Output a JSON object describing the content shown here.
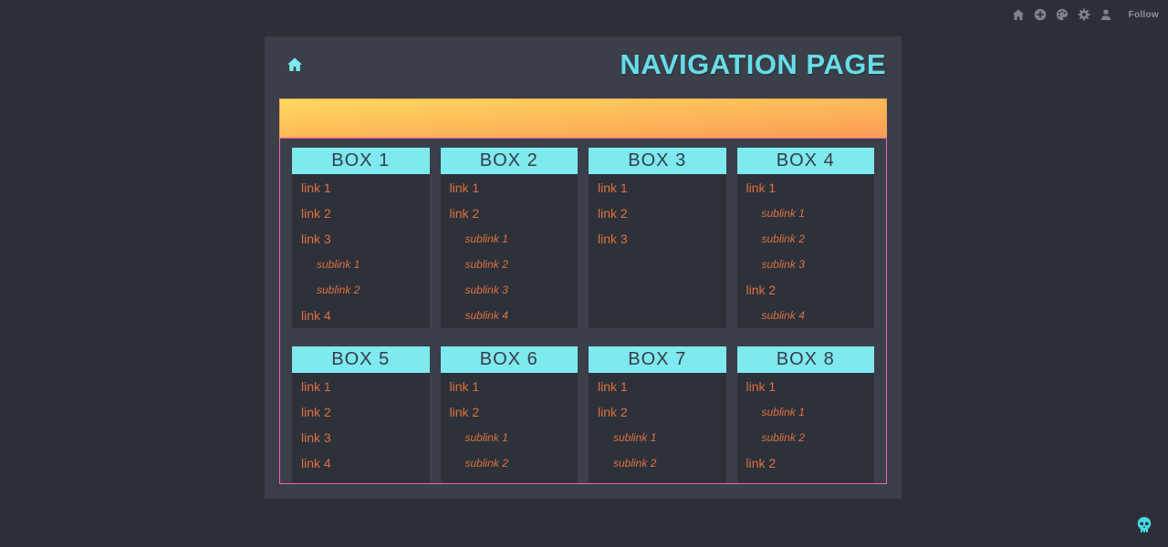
{
  "top_bar": {
    "icons": [
      "home-icon",
      "add-circle-icon",
      "palette-icon",
      "gear-icon",
      "profile-icon"
    ],
    "follow_label": "Follow"
  },
  "page": {
    "title": "NAVIGATION PAGE",
    "header_icon": "home-icon",
    "boxes": [
      {
        "title": "BOX 1",
        "links": [
          {
            "label": "link 1",
            "type": "link"
          },
          {
            "label": "link 2",
            "type": "link"
          },
          {
            "label": "link 3",
            "type": "link"
          },
          {
            "label": "sublink 1",
            "type": "sublink"
          },
          {
            "label": "sublink 2",
            "type": "sublink"
          },
          {
            "label": "link 4",
            "type": "link"
          }
        ]
      },
      {
        "title": "BOX 2",
        "links": [
          {
            "label": "link 1",
            "type": "link"
          },
          {
            "label": "link 2",
            "type": "link"
          },
          {
            "label": "sublink 1",
            "type": "sublink"
          },
          {
            "label": "sublink 2",
            "type": "sublink"
          },
          {
            "label": "sublink 3",
            "type": "sublink"
          },
          {
            "label": "sublink 4",
            "type": "sublink"
          }
        ]
      },
      {
        "title": "BOX 3",
        "links": [
          {
            "label": "link 1",
            "type": "link"
          },
          {
            "label": "link 2",
            "type": "link"
          },
          {
            "label": "link 3",
            "type": "link"
          }
        ]
      },
      {
        "title": "BOX 4",
        "links": [
          {
            "label": "link 1",
            "type": "link"
          },
          {
            "label": "sublink 1",
            "type": "sublink"
          },
          {
            "label": "sublink 2",
            "type": "sublink"
          },
          {
            "label": "sublink 3",
            "type": "sublink"
          },
          {
            "label": "link 2",
            "type": "link"
          },
          {
            "label": "sublink 4",
            "type": "sublink"
          }
        ]
      },
      {
        "title": "BOX 5",
        "links": [
          {
            "label": "link 1",
            "type": "link"
          },
          {
            "label": "link 2",
            "type": "link"
          },
          {
            "label": "link 3",
            "type": "link"
          },
          {
            "label": "link 4",
            "type": "link"
          }
        ]
      },
      {
        "title": "BOX 6",
        "links": [
          {
            "label": "link 1",
            "type": "link"
          },
          {
            "label": "link 2",
            "type": "link"
          },
          {
            "label": "sublink 1",
            "type": "sublink"
          },
          {
            "label": "sublink 2",
            "type": "sublink"
          }
        ]
      },
      {
        "title": "BOX 7",
        "links": [
          {
            "label": "link 1",
            "type": "link"
          },
          {
            "label": "link 2",
            "type": "link"
          },
          {
            "label": "sublink 1",
            "type": "sublink"
          },
          {
            "label": "sublink 2",
            "type": "sublink"
          }
        ]
      },
      {
        "title": "BOX 8",
        "links": [
          {
            "label": "link 1",
            "type": "link"
          },
          {
            "label": "sublink 1",
            "type": "sublink"
          },
          {
            "label": "sublink 2",
            "type": "sublink"
          },
          {
            "label": "link 2",
            "type": "link"
          }
        ]
      }
    ]
  },
  "footer": {
    "icon": "skull-icon"
  },
  "colors": {
    "body_bg": "#2d2f36",
    "page_bg": "#3a3f49",
    "box_bg": "#2c313a",
    "accent_cyan": "#7ee9ee",
    "title_cyan": "#66dde8",
    "link_orange": "#e0713c",
    "pink_border": "#fa60b2",
    "gradient_start": "#ffd95e",
    "gradient_end": "#fb9c55",
    "icon_gray": "#7e8187",
    "skull_cyan": "#46d9e5"
  }
}
